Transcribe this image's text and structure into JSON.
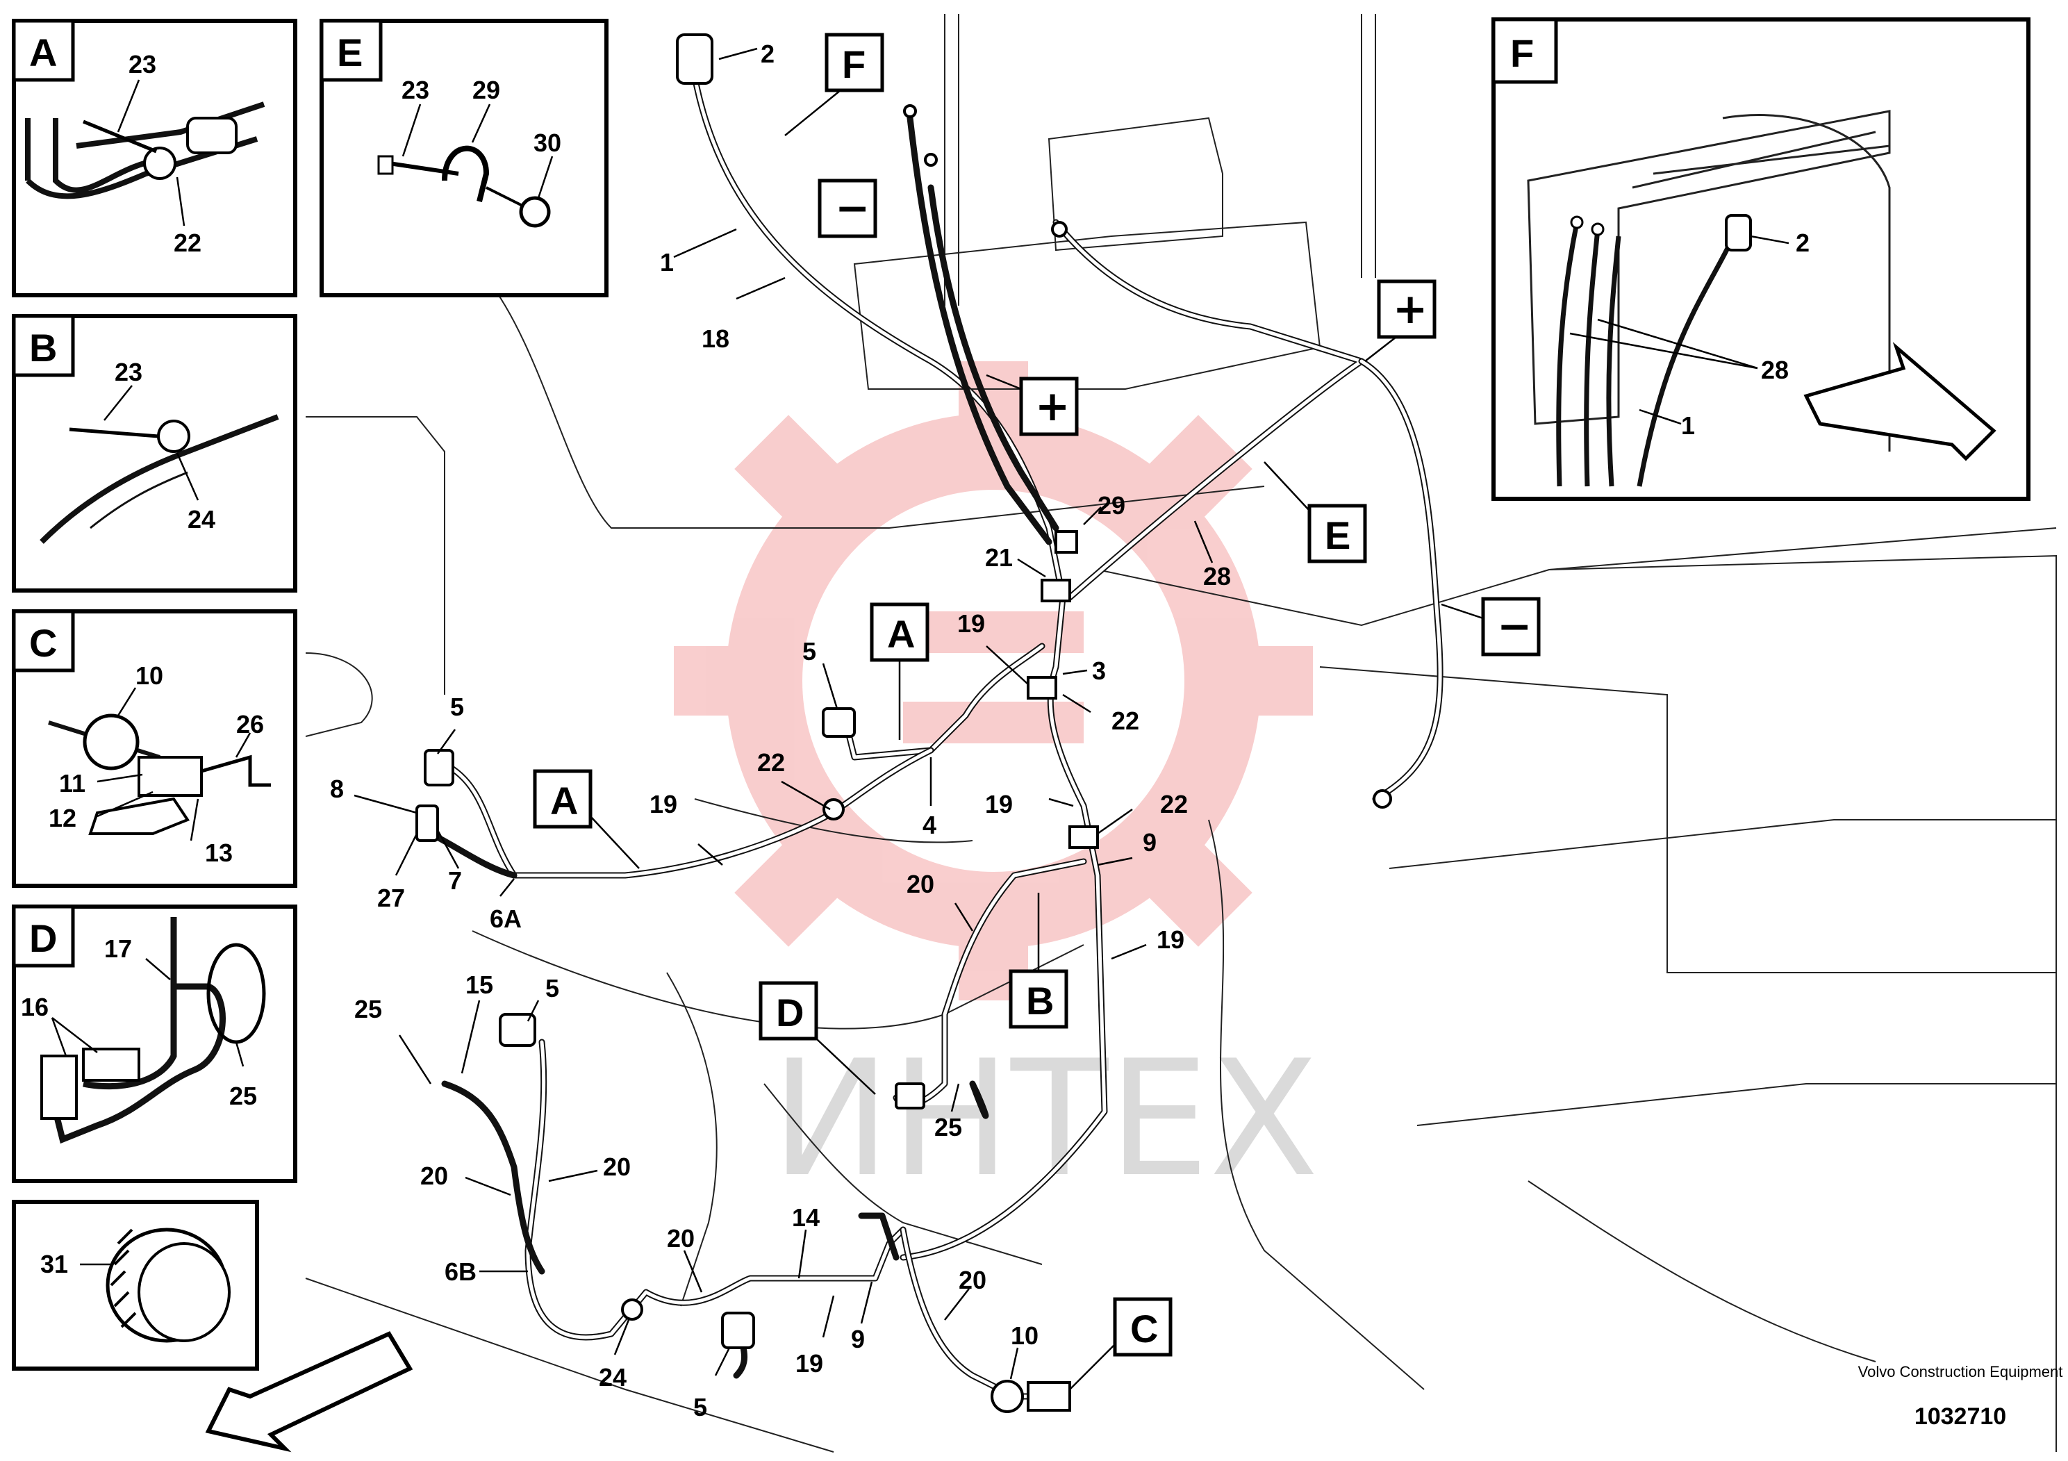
{
  "watermark": {
    "text": "ИНТЕХ",
    "logo_color": "#f4a6a6"
  },
  "footer": {
    "company": "Volvo Construction Equipment",
    "document_number": "1032710"
  },
  "detail_panels": {
    "A": {
      "letter": "A",
      "labels": [
        "23",
        "22"
      ]
    },
    "B": {
      "letter": "B",
      "labels": [
        "23",
        "24"
      ]
    },
    "C": {
      "letter": "C",
      "labels": [
        "10",
        "26",
        "11",
        "12",
        "13"
      ]
    },
    "D": {
      "letter": "D",
      "labels": [
        "17",
        "16",
        "25"
      ]
    },
    "E": {
      "letter": "E",
      "labels": [
        "23",
        "29",
        "30"
      ]
    },
    "F": {
      "letter": "F",
      "labels": [
        "2",
        "28",
        "1"
      ]
    },
    "cap": {
      "labels": [
        "31"
      ]
    }
  },
  "main_tags": {
    "F": "F",
    "minus_top": "−",
    "plus_mid": "+",
    "plus_right": "+",
    "E": "E",
    "minus_right": "−",
    "A_upper": "A",
    "A_lower": "A",
    "B": "B",
    "D": "D",
    "C": "C"
  },
  "main_labels": {
    "l2": "2",
    "l1": "1",
    "l18": "18",
    "l29": "29",
    "l21": "21",
    "l28": "28",
    "l19a": "19",
    "l3": "3",
    "l22a": "22",
    "l5a": "5",
    "l5b": "5",
    "l22b": "22",
    "l19b": "19",
    "l4": "4",
    "l19c": "19",
    "l22c": "22",
    "l9a": "9",
    "l8": "8",
    "l7": "7",
    "l27": "27",
    "l6A": "6A",
    "l20a": "20",
    "l19d": "19",
    "l15": "15",
    "l5c": "5",
    "l25a": "25",
    "l25b": "25",
    "l20b": "20",
    "l20c": "20",
    "l6B": "6B",
    "l20d": "20",
    "l14": "14",
    "l20e": "20",
    "l10": "10",
    "l24": "24",
    "l5d": "5",
    "l19e": "19",
    "l9b": "9"
  }
}
